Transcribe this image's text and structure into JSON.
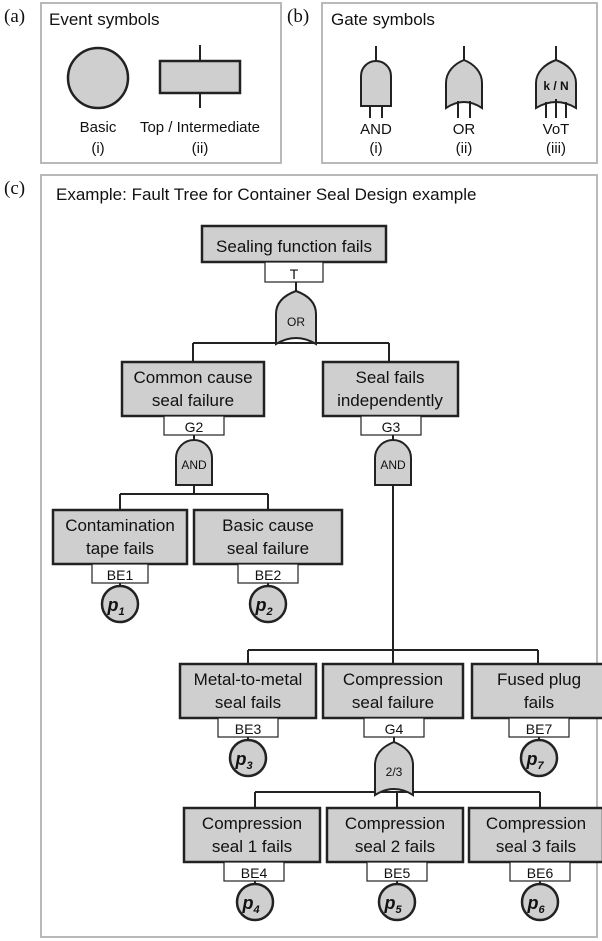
{
  "panel_a": {
    "label": "(a)",
    "title": "Event symbols",
    "basic_label": "Basic",
    "basic_num": "(i)",
    "top_label": "Top / Intermediate",
    "top_num": "(ii)"
  },
  "panel_b": {
    "label": "(b)",
    "title": "Gate symbols",
    "and_label": "AND",
    "and_num": "(i)",
    "or_label": "OR",
    "or_num": "(ii)",
    "vot_label": "VoT",
    "vot_num": "(iii)",
    "vot_symbol": "k / N"
  },
  "panel_c": {
    "label": "(c)",
    "title": "Example: Fault Tree  for Container Seal Design example",
    "top_event": {
      "line1": "Sealing function fails",
      "tag": "T",
      "gate": "OR"
    },
    "g2": {
      "line1": "Common cause",
      "line2": "seal failure",
      "tag": "G2",
      "gate": "AND"
    },
    "g3": {
      "line1": "Seal fails",
      "line2": "independently",
      "tag": "G3",
      "gate": "AND"
    },
    "be1": {
      "line1": "Contamination",
      "line2": "tape fails",
      "tag": "BE1",
      "p": "p",
      "sub": "1"
    },
    "be2": {
      "line1": "Basic cause",
      "line2": "seal failure",
      "tag": "BE2",
      "p": "p",
      "sub": "2"
    },
    "be3": {
      "line1": "Metal-to-metal",
      "line2": "seal fails",
      "tag": "BE3",
      "p": "p",
      "sub": "3"
    },
    "g4": {
      "line1": "Compression",
      "line2": "seal failure",
      "tag": "G4",
      "gate": "2/3"
    },
    "be7": {
      "line1": "Fused plug",
      "line2": "fails",
      "tag": "BE7",
      "p": "p",
      "sub": "7"
    },
    "be4": {
      "line1": "Compression",
      "line2": "seal 1 fails",
      "tag": "BE4",
      "p": "p",
      "sub": "4"
    },
    "be5": {
      "line1": "Compression",
      "line2": "seal 2 fails",
      "tag": "BE5",
      "p": "p",
      "sub": "5"
    },
    "be6": {
      "line1": "Compression",
      "line2": "seal 3 fails",
      "tag": "BE6",
      "p": "p",
      "sub": "6"
    }
  }
}
